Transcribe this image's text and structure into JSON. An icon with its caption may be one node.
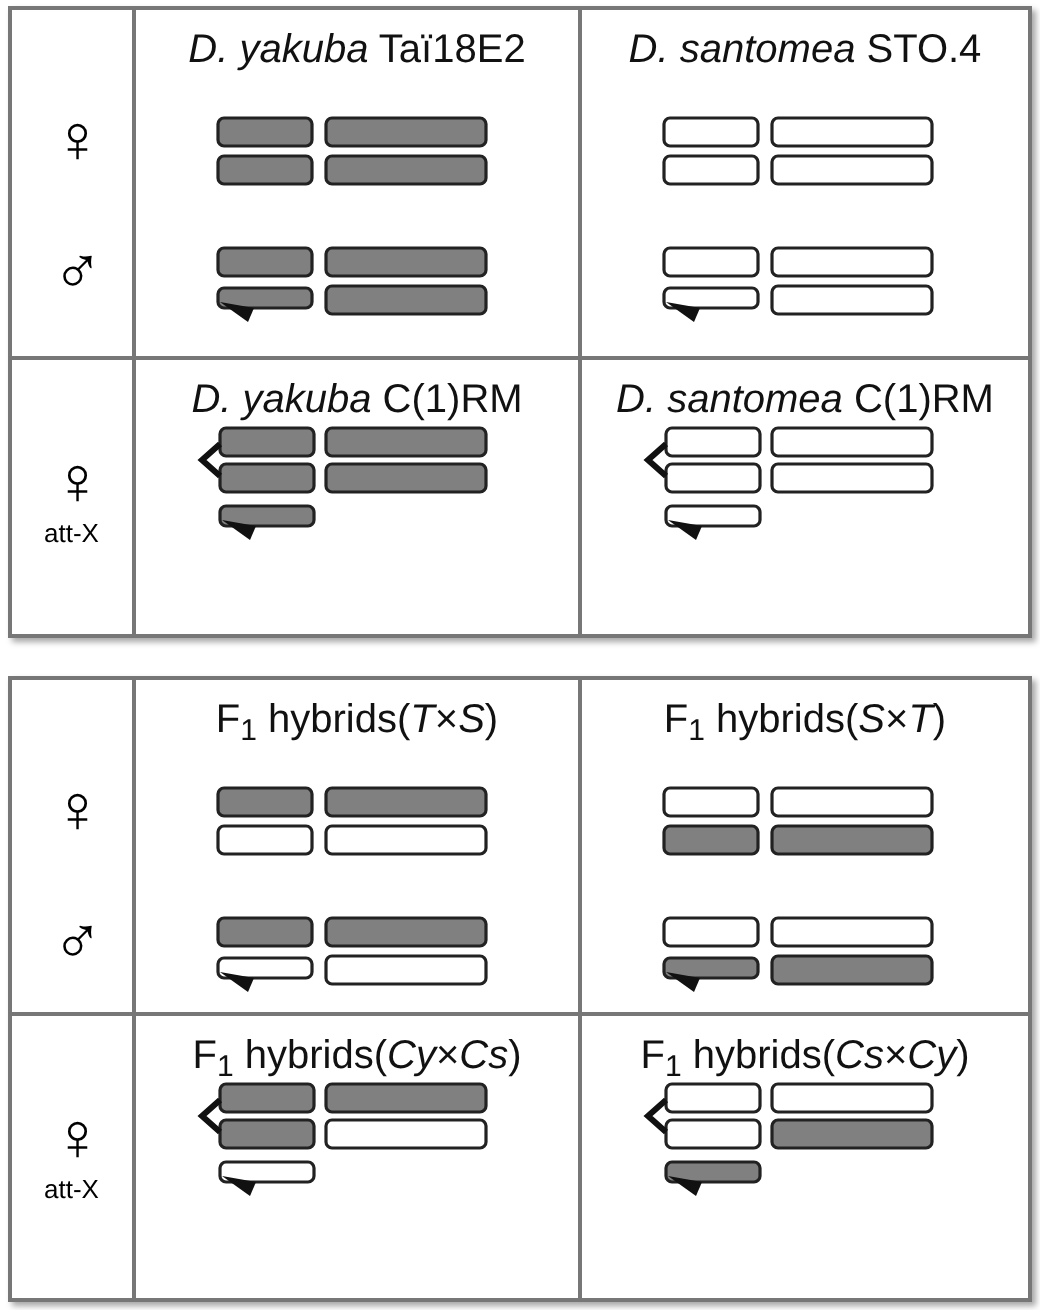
{
  "diagram": {
    "labels": [
      "*D. yakuba* Taï18E2",
      "*D. santomea* STO.4",
      "♀",
      "♂",
      "*D. yakuba* C(1)RM",
      "*D. santomea* C(1)RM",
      "♀",
      "att-X",
      "F$_{1}$ hybrids(*T*×*S*)",
      "F$_{1}$ hybrids(*S*×*T*)",
      "♀",
      "♂",
      "F$_{1}$ hybrids(*Cy*×*Cs*)",
      "F$_{1}$ hybrids(*Cs*×*Cy*)",
      "♀",
      "att-X"
    ]
  }
}
